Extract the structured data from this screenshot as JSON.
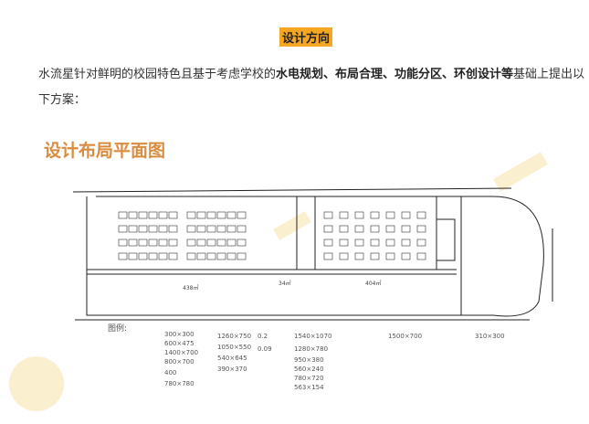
{
  "section_title": "设计方向",
  "intro": {
    "pre": "水流星针对鲜明的校园特色且基于考虑学校的",
    "bold": "水电规划、布局合理、功能分区、环创设计等",
    "post": "基础上提出以下方案："
  },
  "plan_title": "设计布局平面图",
  "plan": {
    "area_left": "438㎡",
    "area_mid": "34㎡",
    "area_right": "404㎡"
  },
  "legend": {
    "title": "图例:",
    "sizes": [
      "300×300",
      "600×475",
      "1400×700",
      "800×700",
      "400",
      "780×780",
      "1260×750",
      "1050×550",
      "540×645",
      "390×370",
      "0.2",
      "1540×1070",
      "0.09",
      "1280×780",
      "950×380",
      "560×240",
      "780×720",
      "563×154",
      "1500×700",
      "310×300"
    ]
  }
}
